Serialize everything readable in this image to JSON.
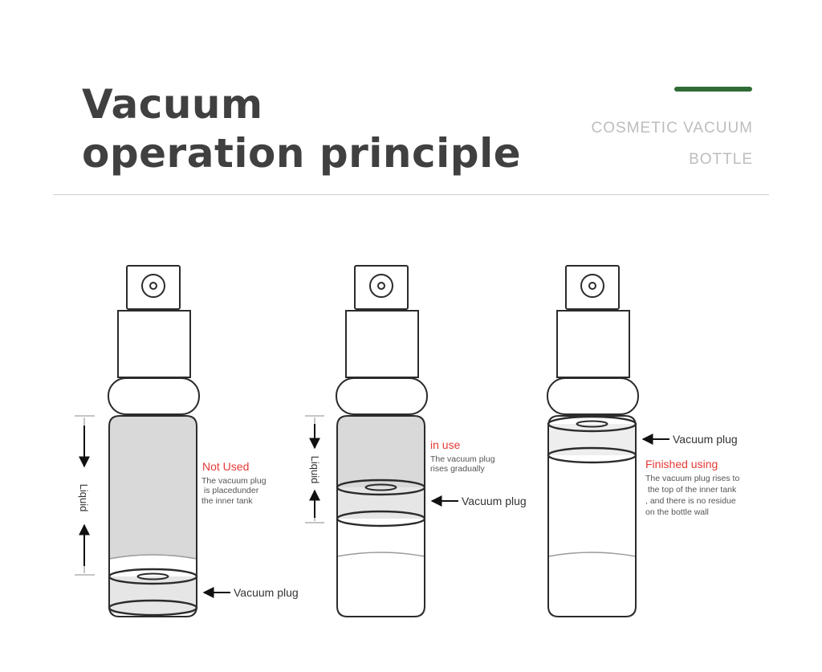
{
  "header": {
    "title_line1": "Vacuum",
    "title_line2": "operation principle",
    "subtitle_line1": "COSMETIC VACUUM",
    "subtitle_line2": "BOTTLE"
  },
  "colors": {
    "accent": "#2e6b35",
    "state_title": "#e53935",
    "liquid_fill": "#d9d9d9",
    "outline": "#2b2b2b"
  },
  "states": [
    {
      "title": "Not Used",
      "description": [
        "The vacuum plug",
        " is placedunder",
        "the inner tank"
      ],
      "liquid_label": "Liquid",
      "plug_label": "Vacuum plug"
    },
    {
      "title": "in use",
      "description": [
        "The vacuum plug",
        "rises gradually"
      ],
      "liquid_label": "Liquid",
      "plug_label": "Vacuum plug"
    },
    {
      "title": "Finished using",
      "description": [
        "The vacuum plug rises to",
        " the top of the inner tank",
        ", and there is no residue",
        "on the bottle wall"
      ],
      "plug_label": "Vacuum plug"
    }
  ]
}
